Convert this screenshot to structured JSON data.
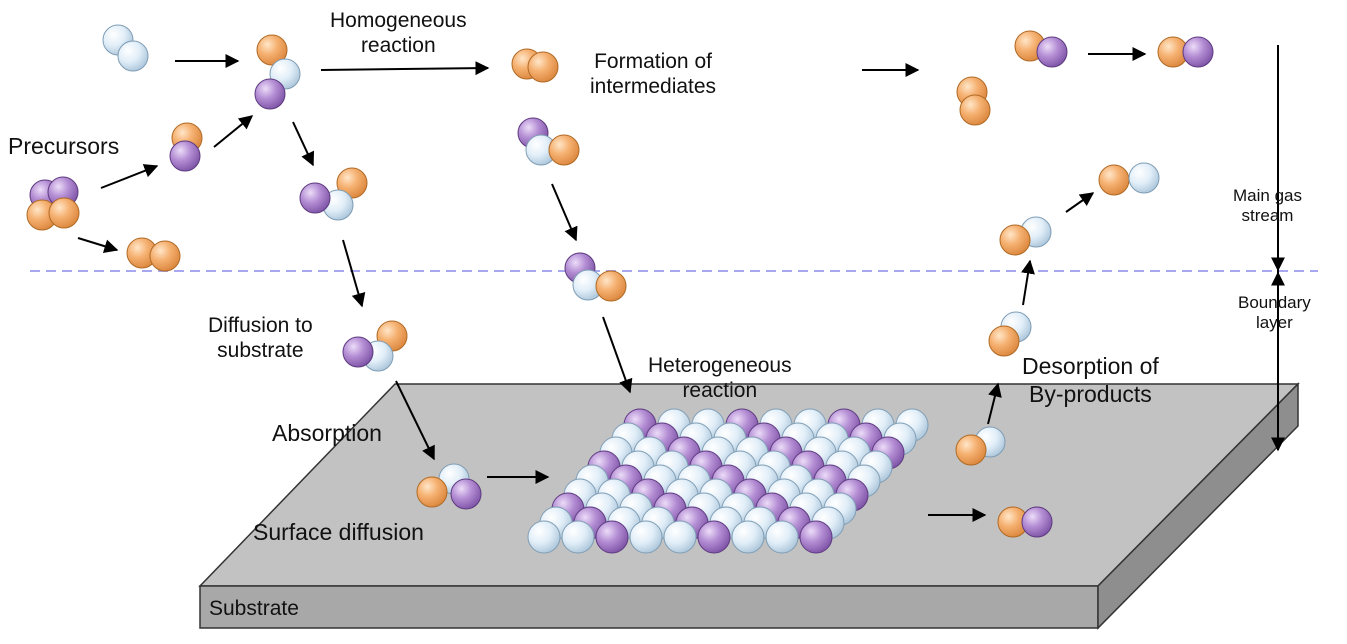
{
  "labels": {
    "precursors": "Precursors",
    "homogeneous_reaction": "Homogeneous\nreaction",
    "formation_intermediates": "Formation of\nintermediates",
    "main_gas_stream": "Main gas\nstream",
    "boundary_layer": "Boundary\nlayer",
    "diffusion_to_substrate": "Diffusion to\nsubstrate",
    "heterogeneous_reaction": "Heterogeneous\nreaction",
    "desorption_byproducts": "Desorption of\nBy-products",
    "absorption": "Absorption",
    "surface_diffusion": "Surface diffusion",
    "substrate": "Substrate"
  },
  "colors": {
    "orange_atom": "#f2a55a",
    "blue_atom": "#d6e8f5",
    "purple_atom": "#a77fc8",
    "substrate_top": "#c2c2c2",
    "substrate_front": "#a8a8a8",
    "substrate_side": "#8e8e8e",
    "boundary_line": "#a8a8f0",
    "arrow": "#000000"
  }
}
